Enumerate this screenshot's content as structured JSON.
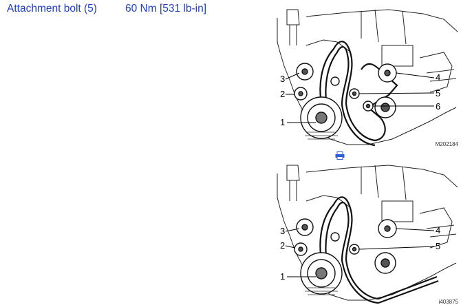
{
  "spec": {
    "label": "Attachment bolt (5)",
    "value": "60 Nm [531 lb-in]"
  },
  "figure_top": {
    "code": "M202184",
    "callouts": [
      "1",
      "2",
      "3",
      "4",
      "5",
      "6"
    ]
  },
  "figure_bottom": {
    "code": "i403875",
    "callouts": [
      "1",
      "2",
      "3",
      "4",
      "5"
    ]
  },
  "icons": {
    "print": "printer-icon"
  },
  "colors": {
    "spec_text": "#1f3fc4",
    "print_icon": "#2b5fd9"
  }
}
